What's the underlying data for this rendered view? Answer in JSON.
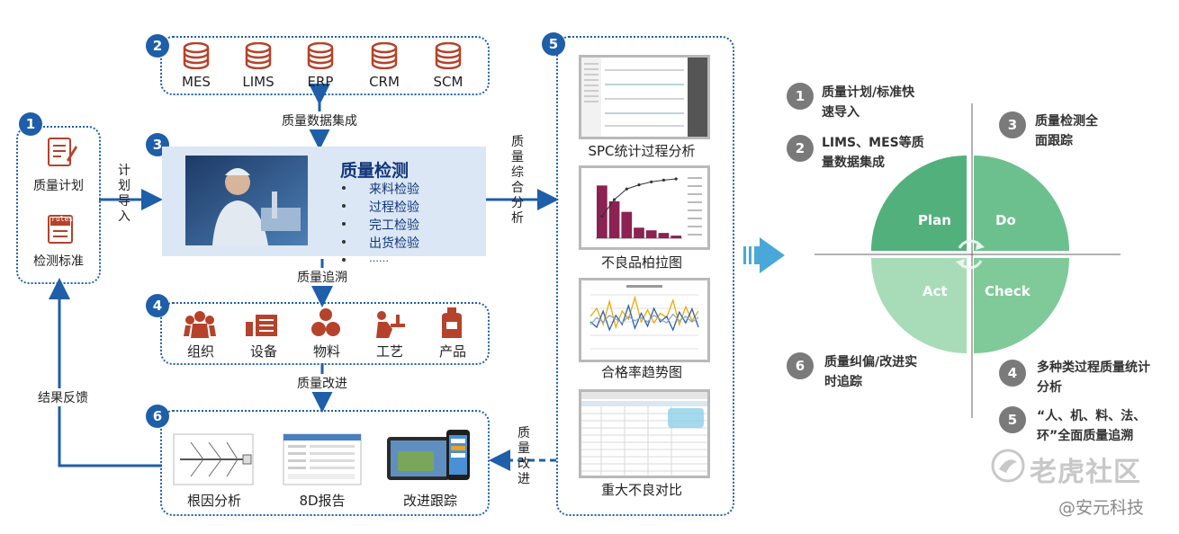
{
  "badges": {
    "b1": "1",
    "b2": "2",
    "b3": "3",
    "b4": "4",
    "b5": "5",
    "b6": "6"
  },
  "systems": [
    "MES",
    "LIMS",
    "ERP",
    "CRM",
    "SCM"
  ],
  "plan_box": {
    "item1": "质量计划",
    "item2": "检测标准",
    "rules_tag": "rules"
  },
  "arrow_labels": {
    "plan_import": "计划导入",
    "data_integration": "质量数据集成",
    "trace": "质量追溯",
    "improve": "质量改进",
    "feedback": "结果反馈",
    "analysis": "质量综合分析",
    "improve_v": "质量改进"
  },
  "inspection": {
    "title": "质量检测",
    "items": [
      "来料检验",
      "过程检验",
      "完工检验",
      "出货检验",
      "……"
    ]
  },
  "factors": [
    "组织",
    "设备",
    "物料",
    "工艺",
    "产品"
  ],
  "improvements": [
    "根因分析",
    "8D报告",
    "改进跟踪"
  ],
  "analysis_panels": [
    "SPC统计过程分析",
    "不良品柏拉图",
    "合格率趋势图",
    "重大不良对比"
  ],
  "pdca": {
    "plan": "Plan",
    "do": "Do",
    "act": "Act",
    "check": "Check"
  },
  "steps": [
    {
      "num": "1",
      "text": "质量计划/标准快速导入"
    },
    {
      "num": "2",
      "text": "LIMS、MES等质量数据集成"
    },
    {
      "num": "3",
      "text": "质量检测全面跟踪"
    },
    {
      "num": "4",
      "text": "多种类过程质量统计分析"
    },
    {
      "num": "5",
      "text": "“人、机、料、法、环”全面质量追溯"
    },
    {
      "num": "6",
      "text": "质量纠偏/改进实时追踪"
    }
  ],
  "watermark": {
    "logo": "老虎社区",
    "credit": "@安元科技"
  },
  "colors": {
    "accent": "#1f5ea8",
    "rust": "#b5422a",
    "plan": "#52b07c",
    "do": "#6cc08d",
    "act": "#a8dcb8",
    "check": "#7fca98",
    "pareto_bar": "#8b2252"
  },
  "chart_data": [
    {
      "type": "bar",
      "title": "",
      "categories": [
        "",
        "",
        "",
        "",
        "",
        "",
        ""
      ],
      "values": [
        40,
        28,
        20,
        8,
        6,
        4,
        2
      ],
      "series": [
        {
          "values": [
            40,
            28,
            20,
            8,
            6,
            4,
            2
          ]
        }
      ],
      "cumulative_percent": [
        37,
        65,
        83,
        90,
        95,
        98,
        100
      ],
      "ylim": [
        0,
        45
      ]
    },
    {
      "type": "line",
      "title": "",
      "x": [
        1,
        2,
        3,
        4,
        5,
        6,
        7,
        8,
        9,
        10,
        11,
        12,
        13,
        14,
        15,
        16,
        17,
        18
      ],
      "series": [
        {
          "values": [
            60,
            75,
            45,
            88,
            40,
            70,
            55,
            95,
            50,
            72,
            48,
            66,
            58,
            90,
            45,
            78,
            52,
            70
          ]
        },
        {
          "values": [
            50,
            40,
            70,
            35,
            62,
            45,
            80,
            38,
            66,
            42,
            75,
            50,
            60,
            35,
            68,
            48,
            74,
            40
          ]
        },
        {
          "values": [
            45,
            58,
            50,
            62,
            55,
            48,
            60,
            52,
            58,
            50,
            62,
            55,
            48,
            64,
            52,
            60,
            50,
            58
          ]
        }
      ],
      "ylim": [
        0,
        100
      ]
    }
  ]
}
